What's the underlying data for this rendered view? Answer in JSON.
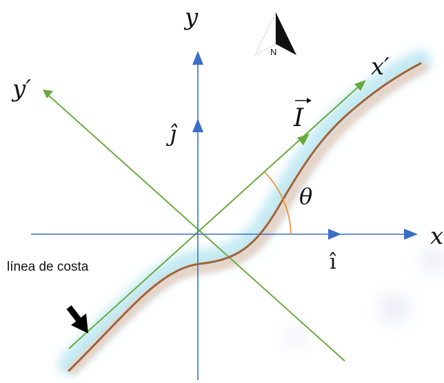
{
  "labels": {
    "axis_y": "y",
    "axis_x": "x",
    "axis_y_rot": "y′",
    "axis_x_rot": "x′",
    "unit_j": "ĵ",
    "unit_i": "î",
    "vector_I": "I",
    "angle_theta": "θ",
    "coast_label": "línea de costa",
    "north": "N"
  },
  "colors": {
    "axes_xy": "#3a6fc8",
    "axes_rot": "#6aaa3c",
    "coastline": "#a0623a",
    "angle_arc": "#f08a24",
    "coast_glow": "#bde8f2",
    "pointer_arrow": "#000000"
  },
  "icons": {
    "north_arrow": "north-arrow-icon",
    "pointer": "black-arrow-icon"
  }
}
